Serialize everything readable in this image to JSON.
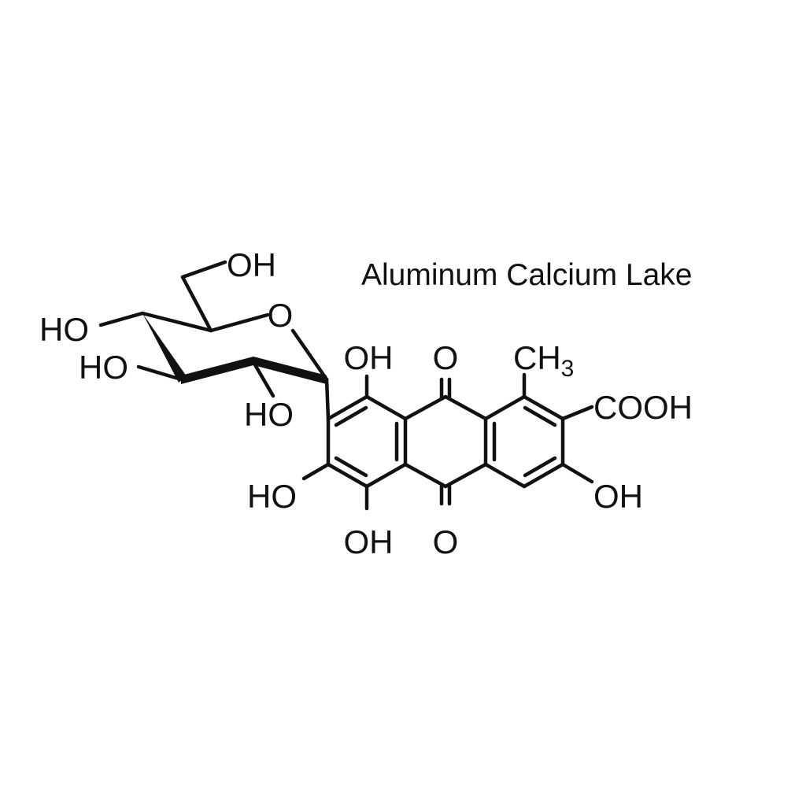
{
  "caption": "Aluminum Calcium Lake",
  "labels": {
    "sugar_oh_top": "OH",
    "ring_o": "O",
    "sugar_ho_left": "HO",
    "sugar_ho_mid": "HO",
    "sugar_ho_bottom": "HO",
    "oh_1": "OH",
    "ketone_top": "O",
    "methyl_ch": "CH",
    "methyl_sub": "3",
    "cooh": "COOH",
    "ho_6": "HO",
    "oh_4": "OH",
    "ketone_bottom": "O",
    "oh_3": "OH"
  },
  "colors": {
    "ink": "#111111",
    "background": "#ffffff"
  }
}
